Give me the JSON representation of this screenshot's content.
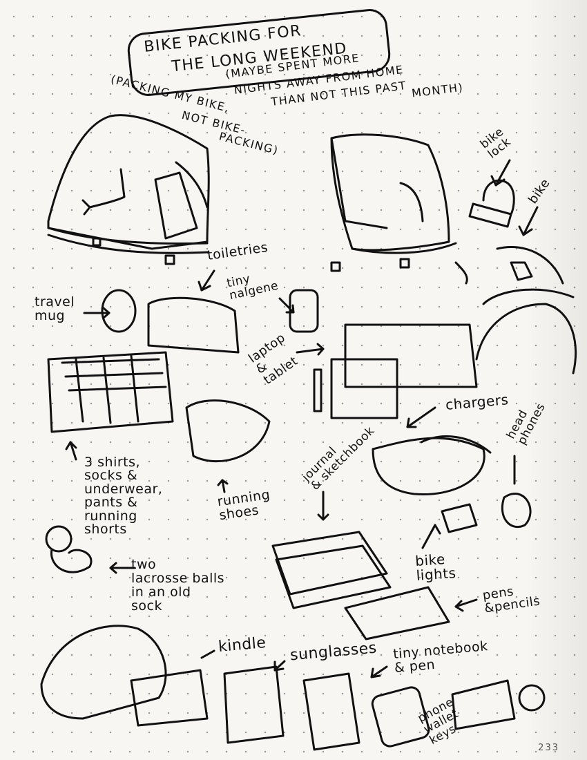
{
  "title": {
    "line1": "BIKE PACKING FOR",
    "line2": "THE LONG WEEKEND"
  },
  "notes": {
    "aside_1": "(MAYBE SPENT MORE",
    "aside_2": "NIGHTS AWAY FROM HOME",
    "aside_3": "THAN NOT THIS PAST",
    "aside_4": "MONTH)",
    "packing_1": "(PACKING MY BIKE,",
    "packing_2": "NOT BIKE-",
    "packing_3": "PACKING)"
  },
  "labels": {
    "bike_lock": "bike\nlock",
    "bike": "bike",
    "toiletries": "toiletries",
    "tiny_nalgene": "tiny\nnalgene",
    "travel_mug": "travel\nmug",
    "laptop_tablet": "laptop\n&\ntablet",
    "chargers": "chargers",
    "headphones": "head\nphones",
    "journal": "journal\n& sketchbook",
    "clothes": "3 shirts,\nsocks &\nunderwear,\npants &\nrunning\nshorts",
    "running_shoes": "running\nshoes",
    "bike_lights": "bike\nlights",
    "lacrosse": "two\nlacrosse balls\nin an old\nsock",
    "pens": "pens\n&pencils",
    "kindle": "kindle",
    "sunglasses": "sunglasses",
    "notebook": "tiny notebook\n& pen",
    "phone": "phone\nwallet\nkeys"
  },
  "page_number": "233"
}
